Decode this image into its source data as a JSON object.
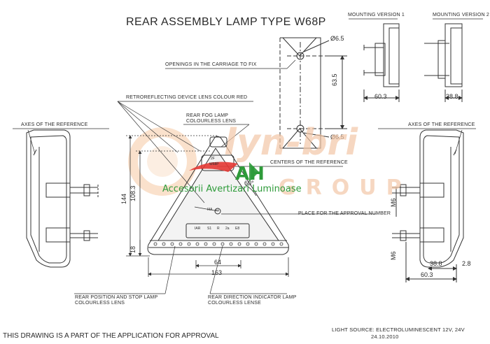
{
  "title": "REAR ASSEMBLY LAMP TYPE W68P",
  "mounting": {
    "v1": "MOUNTING VERSION 1",
    "v2": "MOUNTING VERSION 2"
  },
  "labels": {
    "axes_left": "AXES OF THE REFERENCE",
    "axes_right": "AXES OF THE REFERENCE",
    "openings": "OPENINGS IN THE CARRIAGE TO FIX",
    "retro": "RETROREFLECTING DEVICE LENS COLOUR RED",
    "fog_1": "REAR FOG LAMP",
    "fog_2": "COLOURLESS LENS",
    "centers": "CENTERS OF THE REFERENCE",
    "approval_place": "PLACE FOR THE APPROVAL NUMBER",
    "position_1": "REAR POSITION AND STOP LAMP",
    "position_2": "COLOURLESS LENS",
    "direction_1": "REAR DIRECTION INDICATOR LAMP",
    "direction_2": "COLOURLESS LENSE"
  },
  "dimensions": {
    "hole_top": "Ø6.5",
    "hole_bottom": "Ø6.5",
    "spacing": "63.5",
    "v1_width": "60.3",
    "v2_width": "38.8",
    "height_total": "144",
    "height_mid": "108.3",
    "height_low": "18",
    "angle": "60°",
    "base_inner": "64",
    "base_total": "163",
    "thread_1": "M6",
    "thread_2": "M6",
    "right_d1": "38.8",
    "right_d2": "2.8",
    "right_d3": "60.3"
  },
  "lamp_marks": {
    "top_1": "2F",
    "top_2": "W68P",
    "approval": "IIIA",
    "approval_circle": "E8",
    "m1": "IAR",
    "m2": "S1",
    "m3": "R",
    "m4": "2a",
    "m5": "E8"
  },
  "watermark": {
    "brand": "lyn-bri",
    "group": "GROUP",
    "ah": "AH",
    "tagline": "Accesorii Avertizari Luminoase"
  },
  "footer": {
    "left": "THIS DRAWING IS A PART OF THE APPLICATION FOR  APPROVAL",
    "source": "LIGHT SOURCE: ELECTROLUMINESCENT  12V, 24V",
    "date": "24.10.2010"
  },
  "colors": {
    "line": "#333333",
    "accent_red": "#e53935",
    "accent_green": "#2e9b3a",
    "watermark_orange": "#f6b98a"
  }
}
